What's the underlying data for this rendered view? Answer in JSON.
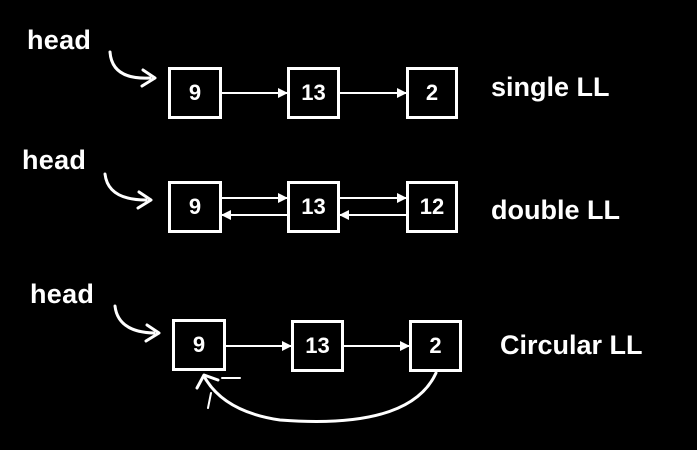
{
  "diagrams": [
    {
      "head_label": "head",
      "type_label": "single LL",
      "nodes": [
        "9",
        "13",
        "2"
      ],
      "links": "next"
    },
    {
      "head_label": "head",
      "type_label": "double LL",
      "nodes": [
        "9",
        "13",
        "12"
      ],
      "links": "next-and-prev"
    },
    {
      "head_label": "head",
      "type_label": "Circular LL",
      "nodes": [
        "9",
        "13",
        "2"
      ],
      "links": "next-with-wraparound"
    }
  ],
  "colors": {
    "background": "#000000",
    "foreground": "#ffffff"
  }
}
